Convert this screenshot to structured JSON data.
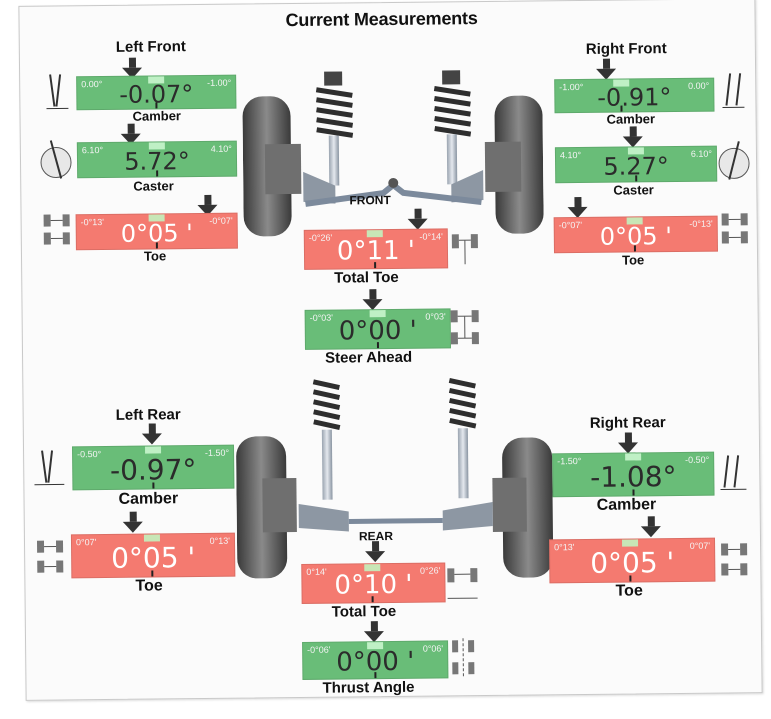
{
  "title": "Current Measurements",
  "labels": {
    "left_front": "Left Front",
    "right_front": "Right Front",
    "left_rear": "Left Rear",
    "right_rear": "Right Rear",
    "front": "FRONT",
    "rear": "REAR"
  },
  "gauges": {
    "lf_camber": {
      "low": "0.00°",
      "high": "-1.00°",
      "value": "-0.07°",
      "caption": "Camber"
    },
    "lf_caster": {
      "low": "6.10°",
      "high": "4.10°",
      "value": "5.72°",
      "caption": "Caster"
    },
    "lf_toe": {
      "low": "-0°13'",
      "high": "-0°07'",
      "value": "0°05 '",
      "caption": "Toe"
    },
    "rf_camber": {
      "low": "-1.00°",
      "high": "0.00°",
      "value": "-0.91°",
      "caption": "Camber"
    },
    "rf_caster": {
      "low": "4.10°",
      "high": "6.10°",
      "value": "5.27°",
      "caption": "Caster"
    },
    "rf_toe": {
      "low": "-0°07'",
      "high": "-0°13'",
      "value": "0°05 '",
      "caption": "Toe"
    },
    "front_total_toe": {
      "low": "-0°26'",
      "high": "-0°14'",
      "value": "0°11 '",
      "caption": "Total Toe"
    },
    "steer_ahead": {
      "low": "-0°03'",
      "high": "0°03'",
      "value": "0°00 '",
      "caption": "Steer Ahead"
    },
    "lr_camber": {
      "low": "-0.50°",
      "high": "-1.50°",
      "value": "-0.97°",
      "caption": "Camber"
    },
    "lr_toe": {
      "low": "0°07'",
      "high": "0°13'",
      "value": "0°05 '",
      "caption": "Toe"
    },
    "rr_camber": {
      "low": "-1.50°",
      "high": "-0.50°",
      "value": "-1.08°",
      "caption": "Camber"
    },
    "rr_toe": {
      "low": "0°13'",
      "high": "0°07'",
      "value": "0°05 '",
      "caption": "Toe"
    },
    "rear_total_toe": {
      "low": "0°14'",
      "high": "0°26'",
      "value": "0°10 '",
      "caption": "Total Toe"
    },
    "thrust_angle": {
      "low": "-0°06'",
      "high": "0°06'",
      "value": "0°00 '",
      "caption": "Thrust Angle"
    }
  },
  "status_colors": {
    "in_spec": "#69bd78",
    "out_of_spec": "#f47a70"
  },
  "icons": [
    "camber-icon",
    "caster-icon",
    "toe-icon",
    "total-toe-icon",
    "steer-ahead-icon",
    "thrust-angle-icon"
  ]
}
